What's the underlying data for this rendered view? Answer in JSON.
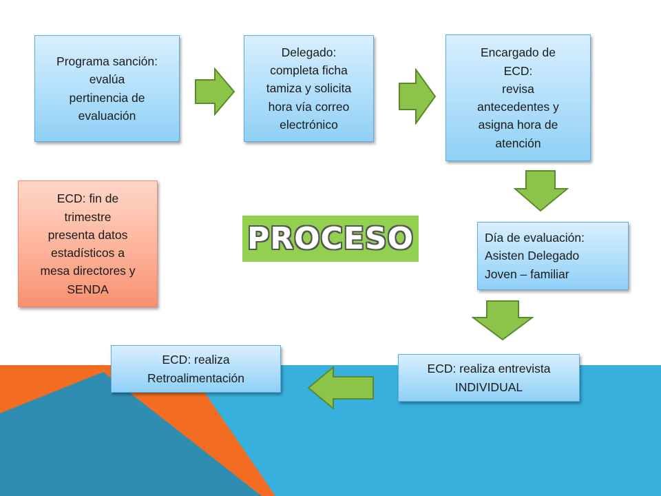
{
  "diagram": {
    "title": "PROCESO",
    "steps": [
      {
        "id": "step1",
        "text": "Programa sanción:\nevalúa\npertinencia de\nevaluación"
      },
      {
        "id": "step2",
        "text": "Delegado:\ncompleta ficha\ntamiza y solicita\nhora vía  correo\nelectrónico"
      },
      {
        "id": "step3",
        "text": "Encargado de\nECD:\nrevisa\nantecedentes y\nasigna hora de\natención"
      },
      {
        "id": "step4",
        "text": "Día de evaluación:\nAsisten Delegado\nJoven – familiar"
      },
      {
        "id": "step5",
        "text": "ECD: realiza entrevista\nINDIVIDUAL"
      },
      {
        "id": "step6",
        "text": "ECD: realiza\nRetroalimentación"
      },
      {
        "id": "step7",
        "text": "ECD: fin de\ntrimestre\npresenta datos\nestadísticos a\nmesa directores y\nSENDA"
      }
    ],
    "colors": {
      "arrow_fill": "#8cc44a",
      "arrow_stroke": "#5a8a2a",
      "title_bg": "#92d050",
      "bg_orange": "#f26c21",
      "bg_blue": "#38b0de",
      "bg_dark_blue": "#2e8cb0"
    }
  }
}
